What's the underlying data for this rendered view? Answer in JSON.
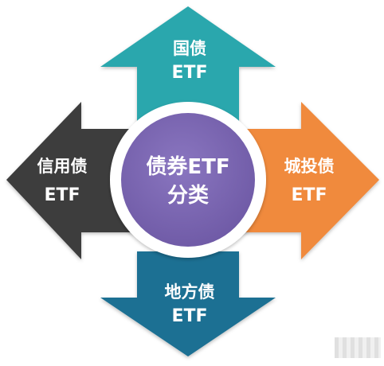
{
  "diagram": {
    "center": {
      "line1": "债券ETF",
      "line2": "分类",
      "color": "#6e59a5"
    },
    "arrows": {
      "top": {
        "line1": "国债",
        "line2": "ETF",
        "color": "#2aa7ad"
      },
      "right": {
        "line1": "城投债",
        "line2": "ETF",
        "color": "#f08a3c"
      },
      "bottom": {
        "line1": "地方债",
        "line2": "ETF",
        "color": "#1d6f93"
      },
      "left": {
        "line1": "信用债",
        "line2": "ETF",
        "color": "#3d3d3d"
      }
    }
  }
}
